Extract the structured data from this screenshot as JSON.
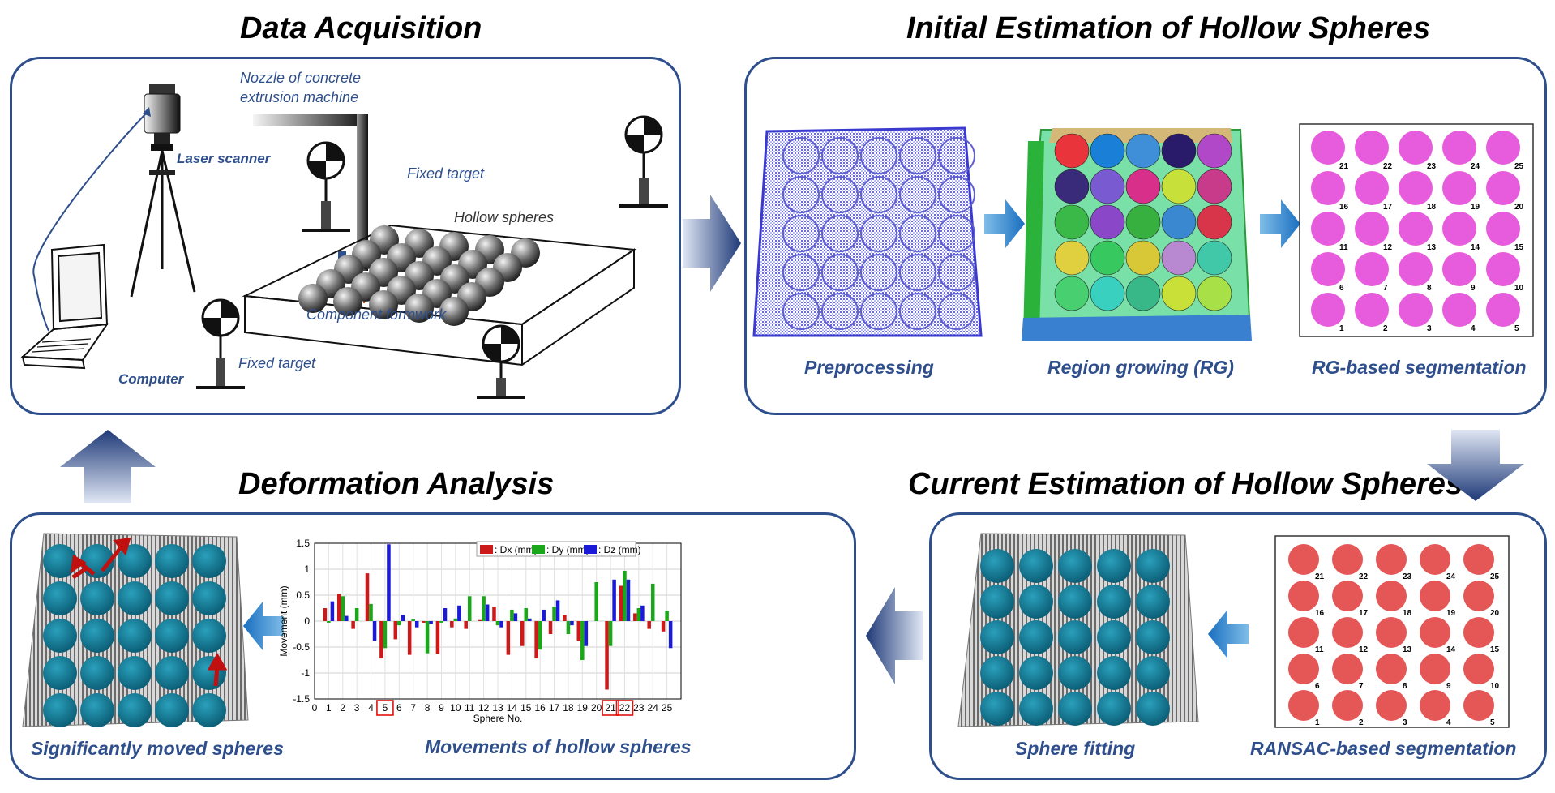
{
  "panels": {
    "data_acquisition": {
      "title": "Data Acquisition",
      "nozzle_label": "Nozzle of concrete\nextrusion machine",
      "laser_scanner": "Laser scanner",
      "fixed_target_top": "Fixed target",
      "fixed_target_bottom": "Fixed target",
      "hollow_spheres": "Hollow spheres",
      "component_formwork": "Component formwork",
      "computer": "Computer"
    },
    "initial_estimation": {
      "title": "Initial Estimation of Hollow Spheres",
      "captions": [
        "Preprocessing",
        "Region growing (RG)",
        "RG-based segmentation"
      ]
    },
    "current_estimation": {
      "title": "Current Estimation of Hollow Spheres",
      "captions": [
        "Sphere fitting",
        "RANSAC-based segmentation"
      ]
    },
    "deformation_analysis": {
      "title": "Deformation Analysis",
      "captions": [
        "Significantly moved spheres",
        "Movements of hollow spheres"
      ]
    }
  },
  "sphere_numbers": [
    [
      "21",
      "22",
      "23",
      "24",
      "25"
    ],
    [
      "16",
      "17",
      "18",
      "19",
      "20"
    ],
    [
      "11",
      "12",
      "13",
      "14",
      "15"
    ],
    [
      "6",
      "7",
      "8",
      "9",
      "10"
    ],
    [
      "1",
      "2",
      "3",
      "4",
      "5"
    ]
  ],
  "rg_colors": [
    [
      "#e8343a",
      "#1a7fd6",
      "#3f8fd8",
      "#2a1a6a",
      "#b048c8"
    ],
    [
      "#3a2a7a",
      "#7a5ad0",
      "#d8308a",
      "#c8e03a",
      "#c83a8a"
    ],
    [
      "#3ab848",
      "#8a48c8",
      "#38b040",
      "#3a88d0",
      "#d8344a"
    ],
    [
      "#e0d040",
      "#38c860",
      "#d8c838",
      "#b888d0",
      "#40c8a8"
    ],
    [
      "#48d070",
      "#3ad0c0",
      "#38b888",
      "#c8e038",
      "#a8e048"
    ]
  ],
  "chart_data": {
    "type": "bar",
    "title": "",
    "xlabel": "Sphere No.",
    "ylabel": "Movement (mm)",
    "xlim": [
      0,
      26
    ],
    "ylim": [
      -1.5,
      1.5
    ],
    "yticks": [
      -1.5,
      -1,
      -0.5,
      0,
      0.5,
      1,
      1.5
    ],
    "xticks": [
      0,
      1,
      2,
      3,
      4,
      5,
      6,
      7,
      8,
      9,
      10,
      11,
      12,
      13,
      14,
      15,
      16,
      17,
      18,
      19,
      20,
      21,
      22,
      23,
      24,
      25
    ],
    "grid": true,
    "legend_position": "top",
    "highlighted_categories": [
      5,
      21,
      22
    ],
    "categories": [
      1,
      2,
      3,
      4,
      5,
      6,
      7,
      8,
      9,
      10,
      11,
      12,
      13,
      14,
      15,
      16,
      17,
      18,
      19,
      20,
      21,
      22,
      23,
      24,
      25
    ],
    "series": [
      {
        "name": ": Dx (mm)",
        "color": "#cc1a1a",
        "values": [
          0.25,
          0.53,
          -0.15,
          0.92,
          -0.72,
          -0.35,
          -0.65,
          -0.03,
          -0.63,
          -0.12,
          -0.15,
          0.02,
          0.28,
          -0.65,
          -0.48,
          -0.72,
          -0.25,
          0.12,
          -0.38,
          0.0,
          -1.32,
          0.68,
          0.15,
          -0.15,
          -0.2
        ]
      },
      {
        "name": ": Dy (mm)",
        "color": "#1aa81a",
        "values": [
          -0.03,
          0.48,
          0.25,
          0.33,
          -0.52,
          -0.08,
          0.03,
          -0.62,
          -0.03,
          0.05,
          0.48,
          0.48,
          -0.08,
          0.22,
          0.25,
          -0.55,
          0.28,
          -0.25,
          -0.75,
          0.75,
          -0.48,
          0.97,
          0.25,
          0.72,
          0.2
        ]
      },
      {
        "name": ": Dz (mm)",
        "color": "#1a1ad8",
        "values": [
          0.38,
          0.1,
          0.0,
          -0.38,
          1.48,
          0.12,
          -0.12,
          -0.05,
          0.25,
          0.3,
          0.0,
          0.32,
          -0.12,
          0.15,
          0.05,
          0.22,
          0.4,
          -0.08,
          -0.48,
          0.0,
          0.8,
          0.8,
          0.3,
          0.0,
          -0.52
        ]
      }
    ]
  }
}
